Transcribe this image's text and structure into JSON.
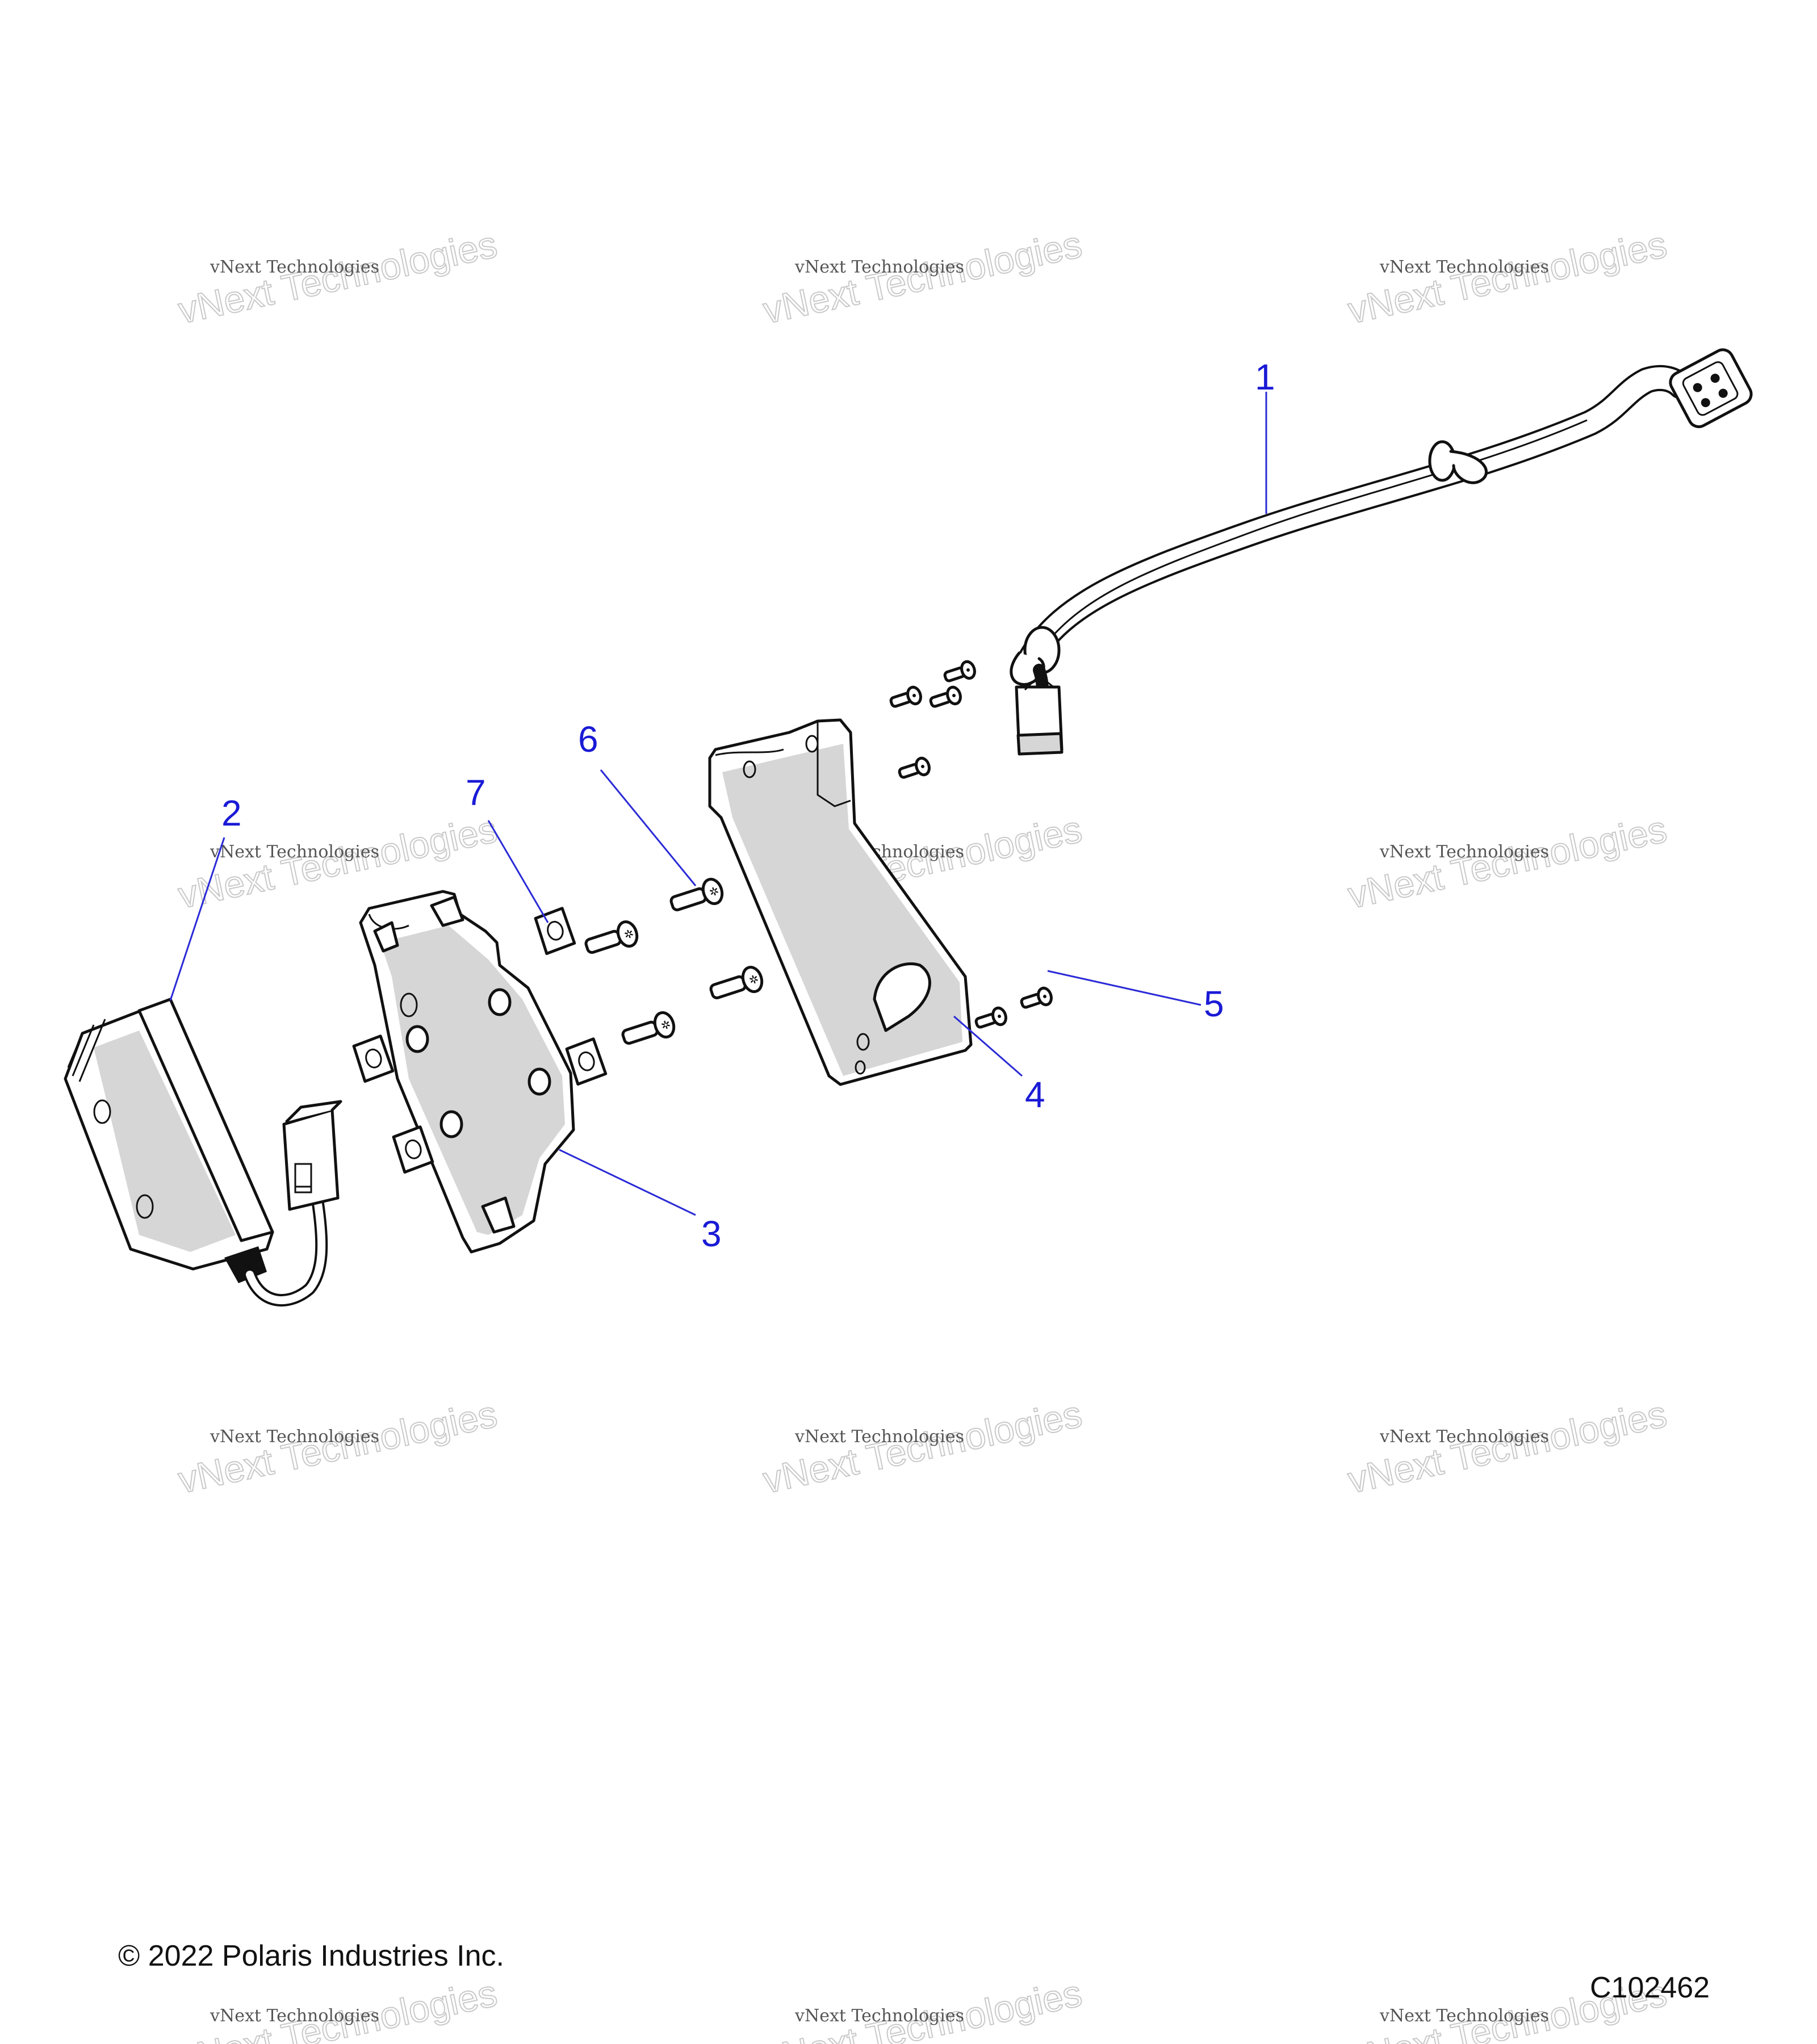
{
  "watermark": {
    "line1": "vNext Technologies",
    "line2": "vNext Technologies"
  },
  "callouts": {
    "c1": "1",
    "c2": "2",
    "c3": "3",
    "c4": "4",
    "c5": "5",
    "c6": "6",
    "c7": "7"
  },
  "footer": {
    "copyright": "© 2022 Polaris Industries Inc.",
    "code": "C102462"
  },
  "colors": {
    "callout_blue": "#1a1ad6",
    "line_black": "#111111",
    "shade_gray": "#d6d6d6"
  }
}
